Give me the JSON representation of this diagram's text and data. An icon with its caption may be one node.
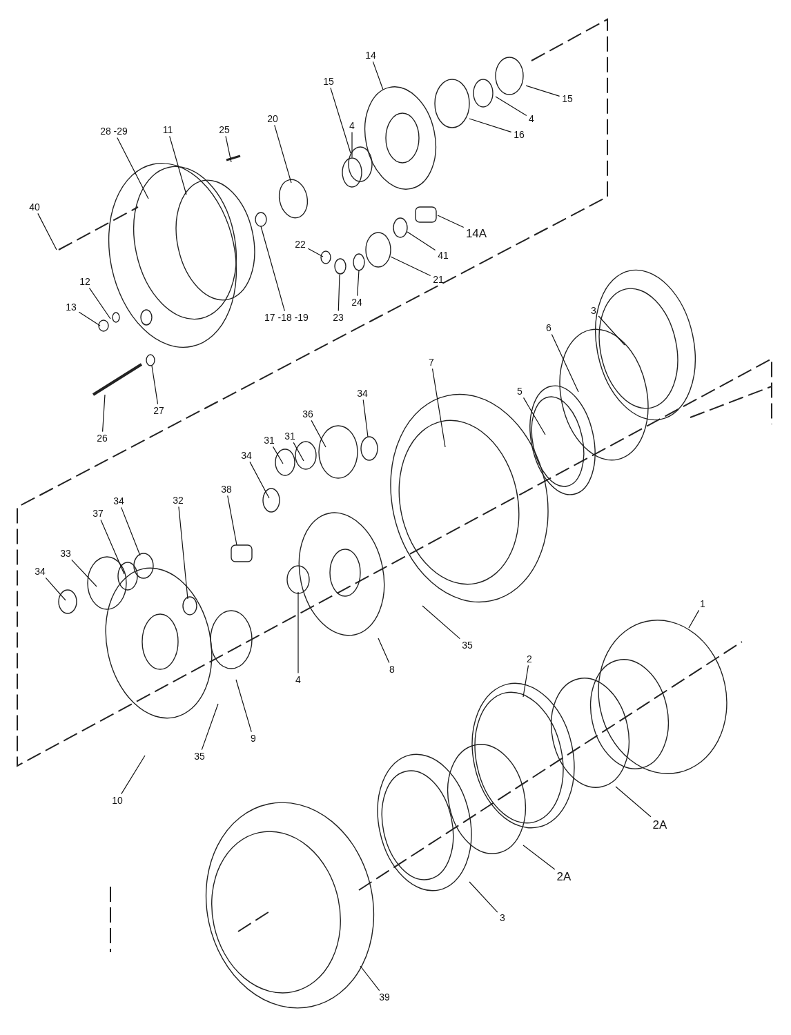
{
  "diagram": {
    "nodes": [
      {
        "text": [
          "14"
        ]
      },
      {
        "text": [
          "15"
        ]
      },
      {
        "text": [
          "15"
        ]
      },
      {
        "text": [
          "4"
        ]
      },
      {
        "text": [
          "28 -29"
        ]
      },
      {
        "text": [
          "11"
        ]
      },
      {
        "text": [
          "25"
        ]
      },
      {
        "text": [
          "20"
        ]
      },
      {
        "text": [
          "4"
        ]
      },
      {
        "text": [
          "16"
        ]
      },
      {
        "text": [
          "40"
        ]
      },
      {
        "text": [
          "14A"
        ]
      },
      {
        "text": [
          "22"
        ]
      },
      {
        "text": [
          "41"
        ]
      },
      {
        "text": [
          "12"
        ]
      },
      {
        "text": [
          "21"
        ]
      },
      {
        "text": [
          "13"
        ]
      },
      {
        "text": [
          "24"
        ]
      },
      {
        "text": [
          "17 -18 -19"
        ]
      },
      {
        "text": [
          "23"
        ]
      },
      {
        "text": [
          "3"
        ]
      },
      {
        "text": [
          "6"
        ]
      },
      {
        "text": [
          "7"
        ]
      },
      {
        "text": [
          "5"
        ]
      },
      {
        "text": [
          "34"
        ]
      },
      {
        "text": [
          "27"
        ]
      },
      {
        "text": [
          "36"
        ]
      },
      {
        "text": [
          "31"
        ]
      },
      {
        "text": [
          "31"
        ]
      },
      {
        "text": [
          "26"
        ]
      },
      {
        "text": [
          "34"
        ]
      },
      {
        "text": [
          "38"
        ]
      },
      {
        "text": [
          "32"
        ]
      },
      {
        "text": [
          "37"
        ]
      },
      {
        "text": [
          "34"
        ]
      },
      {
        "text": [
          "33"
        ]
      },
      {
        "text": [
          "34"
        ]
      },
      {
        "text": [
          "1"
        ]
      },
      {
        "text": [
          "35"
        ]
      },
      {
        "text": [
          "2"
        ]
      },
      {
        "text": [
          "8"
        ]
      },
      {
        "text": [
          "4"
        ]
      },
      {
        "text": [
          "9"
        ]
      },
      {
        "text": [
          "35"
        ]
      },
      {
        "text": [
          "10"
        ]
      },
      {
        "text": [
          "2A"
        ]
      },
      {
        "text": [
          "2A"
        ]
      },
      {
        "text": [
          "3"
        ]
      },
      {
        "text": [
          "39"
        ]
      }
    ],
    "edges": [
      {
        "from": 0,
        "to": null,
        "arrow": "none"
      },
      {
        "from": 1,
        "to": null,
        "arrow": "none"
      },
      {
        "from": 2,
        "to": null,
        "arrow": "none"
      },
      {
        "from": 3,
        "to": null,
        "arrow": "none"
      },
      {
        "from": 4,
        "to": null,
        "arrow": "none"
      },
      {
        "from": 5,
        "to": null,
        "arrow": "none"
      },
      {
        "from": 6,
        "to": null,
        "arrow": "none"
      },
      {
        "from": 7,
        "to": null,
        "arrow": "none"
      },
      {
        "from": 8,
        "to": null,
        "arrow": "none"
      },
      {
        "from": 9,
        "to": null,
        "arrow": "none"
      },
      {
        "from": 10,
        "to": null,
        "arrow": "none"
      },
      {
        "from": 11,
        "to": null,
        "arrow": "none"
      },
      {
        "from": 12,
        "to": null,
        "arrow": "none"
      },
      {
        "from": 13,
        "to": null,
        "arrow": "none"
      },
      {
        "from": 14,
        "to": null,
        "arrow": "none"
      },
      {
        "from": 15,
        "to": null,
        "arrow": "none"
      },
      {
        "from": 16,
        "to": null,
        "arrow": "none"
      },
      {
        "from": 17,
        "to": null,
        "arrow": "none"
      },
      {
        "from": 18,
        "to": null,
        "arrow": "none"
      },
      {
        "from": 19,
        "to": null,
        "arrow": "none"
      },
      {
        "from": 20,
        "to": null,
        "arrow": "none"
      },
      {
        "from": 21,
        "to": null,
        "arrow": "none"
      },
      {
        "from": 22,
        "to": null,
        "arrow": "none"
      },
      {
        "from": 23,
        "to": null,
        "arrow": "none"
      },
      {
        "from": 24,
        "to": null,
        "arrow": "none"
      },
      {
        "from": 25,
        "to": null,
        "arrow": "none"
      },
      {
        "from": 26,
        "to": null,
        "arrow": "none"
      },
      {
        "from": 27,
        "to": null,
        "arrow": "none"
      },
      {
        "from": 28,
        "to": null,
        "arrow": "none"
      },
      {
        "from": 29,
        "to": null,
        "arrow": "none"
      },
      {
        "from": 30,
        "to": null,
        "arrow": "none"
      },
      {
        "from": 31,
        "to": null,
        "arrow": "none"
      },
      {
        "from": 32,
        "to": null,
        "arrow": "none"
      },
      {
        "from": 33,
        "to": null,
        "arrow": "none"
      },
      {
        "from": 34,
        "to": null,
        "arrow": "none"
      },
      {
        "from": 35,
        "to": null,
        "arrow": "none"
      },
      {
        "from": 36,
        "to": null,
        "arrow": "none"
      },
      {
        "from": 37,
        "to": null,
        "arrow": "none"
      },
      {
        "from": 38,
        "to": null,
        "arrow": "none"
      },
      {
        "from": 39,
        "to": null,
        "arrow": "none"
      },
      {
        "from": 40,
        "to": null,
        "arrow": "none"
      },
      {
        "from": 41,
        "to": null,
        "arrow": "none"
      },
      {
        "from": 42,
        "to": null,
        "arrow": "none"
      },
      {
        "from": 43,
        "to": null,
        "arrow": "none"
      },
      {
        "from": 44,
        "to": null,
        "arrow": "none"
      },
      {
        "from": 45,
        "to": null,
        "arrow": "none"
      },
      {
        "from": 46,
        "to": null,
        "arrow": "none"
      },
      {
        "from": 47,
        "to": null,
        "arrow": "none"
      },
      {
        "from": 48,
        "to": null,
        "arrow": "none"
      }
    ]
  }
}
